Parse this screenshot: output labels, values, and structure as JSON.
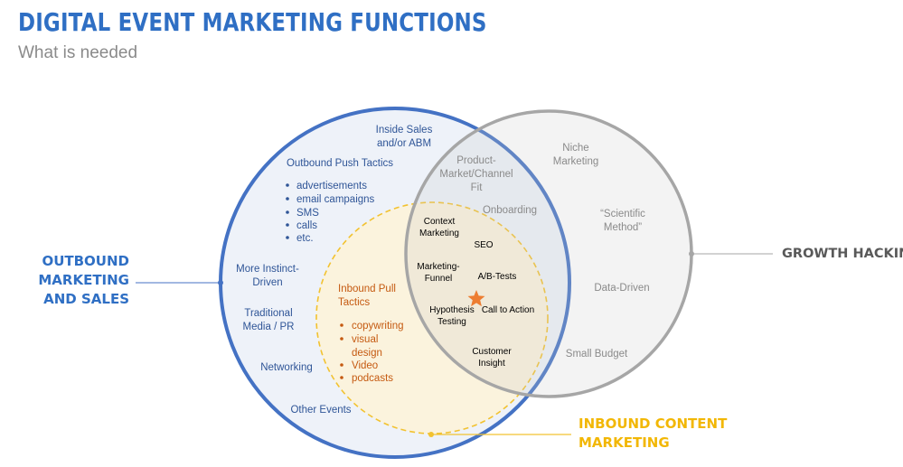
{
  "header": {
    "title": "DIGITAL EVENT MARKETING FUNCTIONS",
    "subtitle": "What is needed"
  },
  "colors": {
    "outbound": "#4472c4",
    "outbound_text": "#2f6fc4",
    "inbound": "#f2c230",
    "inbound_text": "#c55a11",
    "growth": "#a6a6a6",
    "growth_text": "#595959",
    "star": "#ed7d31"
  },
  "labels": {
    "outbound": [
      "OUTBOUND",
      "MARKETING",
      "AND SALES"
    ],
    "growth": "GROWTH HACKING",
    "inbound": [
      "INBOUND CONTENT",
      "MARKETING"
    ]
  },
  "outbound_circle": {
    "inside_sales": [
      "Inside Sales",
      "and/or ABM"
    ],
    "push_title": "Outbound Push Tactics",
    "push_items": [
      "advertisements",
      "email campaigns",
      "SMS",
      "calls",
      "etc."
    ],
    "instinct": [
      "More Instinct-",
      "Driven"
    ],
    "traditional": [
      "Traditional",
      "Media / PR"
    ],
    "networking": "Networking",
    "other_events": "Other Events"
  },
  "growth_circle": {
    "pmf": [
      "Product-",
      "Market/Channel",
      "Fit"
    ],
    "onboarding": "Onboarding",
    "niche": [
      "Niche",
      "Marketing"
    ],
    "scientific": [
      "“Scientific",
      "Method”"
    ],
    "data_driven": "Data-Driven",
    "small_budget": "Small Budget"
  },
  "inbound_circle": {
    "pull_title": [
      "Inbound Pull",
      "Tactics"
    ],
    "pull_items": [
      [
        "copywriting"
      ],
      [
        "visual",
        "design"
      ],
      [
        "Video"
      ],
      [
        "podcasts"
      ]
    ]
  },
  "center": {
    "context": [
      "Context",
      "Marketing"
    ],
    "seo": "SEO",
    "funnel": [
      "Marketing-",
      "Funnel"
    ],
    "abtests": "A/B-Tests",
    "hypothesis": [
      "Hypothesis",
      "Testing"
    ],
    "cta": "Call to Action",
    "insight": [
      "Customer",
      "Insight"
    ]
  }
}
